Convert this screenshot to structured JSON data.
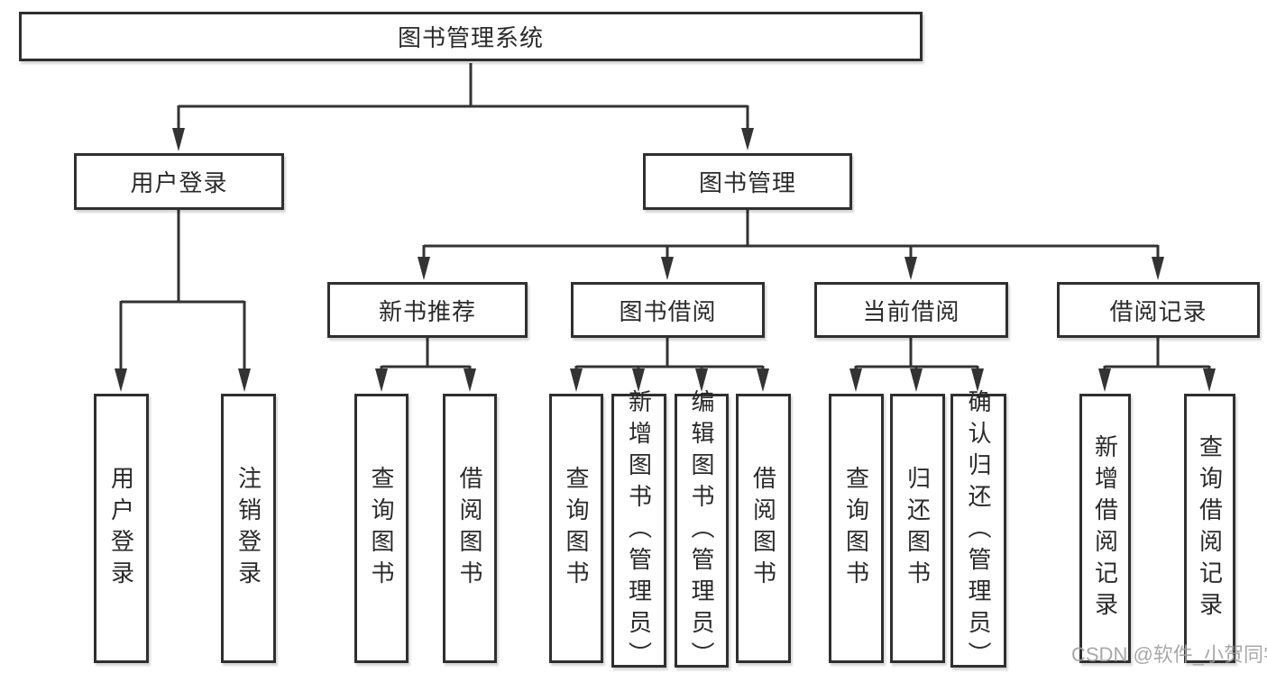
{
  "tree": {
    "root": {
      "label": "图书管理系统"
    },
    "login": {
      "label": "用户登录",
      "children": [
        {
          "label": "用户登录"
        },
        {
          "label": "注销登录"
        }
      ]
    },
    "management": {
      "label": "图书管理",
      "modules": [
        {
          "label": "新书推荐",
          "children": [
            {
              "label": "查询图书"
            },
            {
              "label": "借阅图书"
            }
          ]
        },
        {
          "label": "图书借阅",
          "children": [
            {
              "label": "查询图书"
            },
            {
              "label": "新增图书（管理员）"
            },
            {
              "label": "编辑图书（管理员）"
            },
            {
              "label": "借阅图书"
            }
          ]
        },
        {
          "label": "当前借阅",
          "children": [
            {
              "label": "查询图书"
            },
            {
              "label": "归还图书"
            },
            {
              "label": "确认归还（管理员）"
            }
          ]
        },
        {
          "label": "借阅记录",
          "children": [
            {
              "label": "新增借阅记录"
            },
            {
              "label": "查询借阅记录"
            }
          ]
        }
      ]
    }
  },
  "watermark": {
    "text": "CSDN @软件_小贺同学"
  },
  "colors": {
    "line": "#333333",
    "border": "#2f2f2f",
    "text": "#2a2a2a",
    "watermark": "#9f9f9f",
    "background": "#ffffff"
  }
}
